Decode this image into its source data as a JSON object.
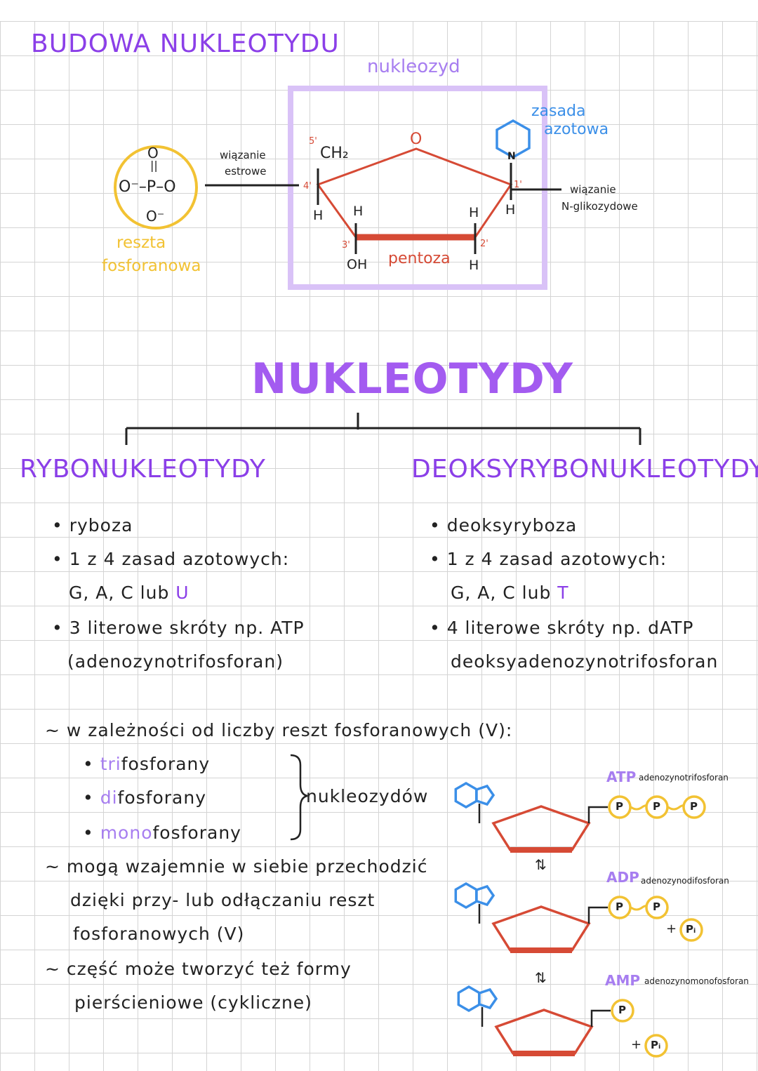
{
  "header": {
    "title": "BUDOWA NUKLEOTYDU"
  },
  "diagram": {
    "nucleoside_label": "nukleozyd",
    "base_label_1": "zasada",
    "base_label_2": "azotowa",
    "ester_bond_1": "wiązanie",
    "ester_bond_2": "estrowe",
    "glyco_bond_1": "wiązanie",
    "glyco_bond_2": "N-glikozydowe",
    "phosphate_label_1": "reszta",
    "phosphate_label_2": "fosforanowa",
    "phosphate_O_top": "O",
    "phosphate_row": "O⁻–P–O",
    "phosphate_O_bottom": "O⁻",
    "ring_O": "O",
    "ch2": "CH₂",
    "N": "N",
    "c5": "5'",
    "c4": "4'",
    "c3": "3'",
    "c2": "2'",
    "c1": "1'",
    "h4": "H",
    "h3": "H",
    "h2": "H",
    "h1": "H",
    "oh": "OH",
    "h2b": "H",
    "pentose_label": "pentoza",
    "colors": {
      "phosphate": "#f2c233",
      "sugar": "#d64a35",
      "base": "#3b8fe8",
      "nucleoside_box": "#d9c2f7"
    }
  },
  "main_title": "NUKLEOTYDY",
  "left": {
    "heading": "RYBONUKLEOTYDY",
    "items": [
      "ryboza",
      "1 z 4 zasad azotowych:",
      "3 literowe skróty np. ATP"
    ],
    "bases": "G, A, C lub ",
    "bases_highlight": "U",
    "abbrev_full": "(adenozynotrifosforan)"
  },
  "right": {
    "heading": "DEOKSYRYBONUKLEOTYDY",
    "items": [
      "deoksyryboza",
      "1 z 4 zasad azotowych:",
      "4 literowe skróty np. dATP"
    ],
    "bases": "G, A, C lub ",
    "bases_highlight": "T",
    "abbrev_full": "deoksyadenozynotrifosforan"
  },
  "notes": {
    "note1": "w zależności od liczby reszt fosforanowych (V):",
    "sub": [
      {
        "prefix": "tri",
        "rest": "fosforany"
      },
      {
        "prefix": "di",
        "rest": "fosforany"
      },
      {
        "prefix": "mono",
        "rest": "fosforany"
      }
    ],
    "brace_label": "nukleozydów",
    "note2_l1": "mogą wzajemnie w siebie przechodzić",
    "note2_l2": "dzięki przy- lub odłączaniu reszt",
    "note2_l3": "fosforanowych (V)",
    "note3_l1": "część może tworzyć też formy",
    "note3_l2": "pierścieniowe (cykliczne)",
    "tilde": "~"
  },
  "molecules": [
    {
      "abbr": "ATP",
      "name": "adenozynotrifosforan",
      "phosphates": 3,
      "released": false
    },
    {
      "abbr": "ADP",
      "name": "adenozynodifosforan",
      "phosphates": 2,
      "released": true
    },
    {
      "abbr": "AMP",
      "name": "adenozynomonofosforan",
      "phosphates": 1,
      "released": true
    }
  ],
  "phosphate_symbol": "P",
  "pi_symbol": "Pᵢ",
  "plus": "+",
  "equilibrium_arrow": "⇅"
}
